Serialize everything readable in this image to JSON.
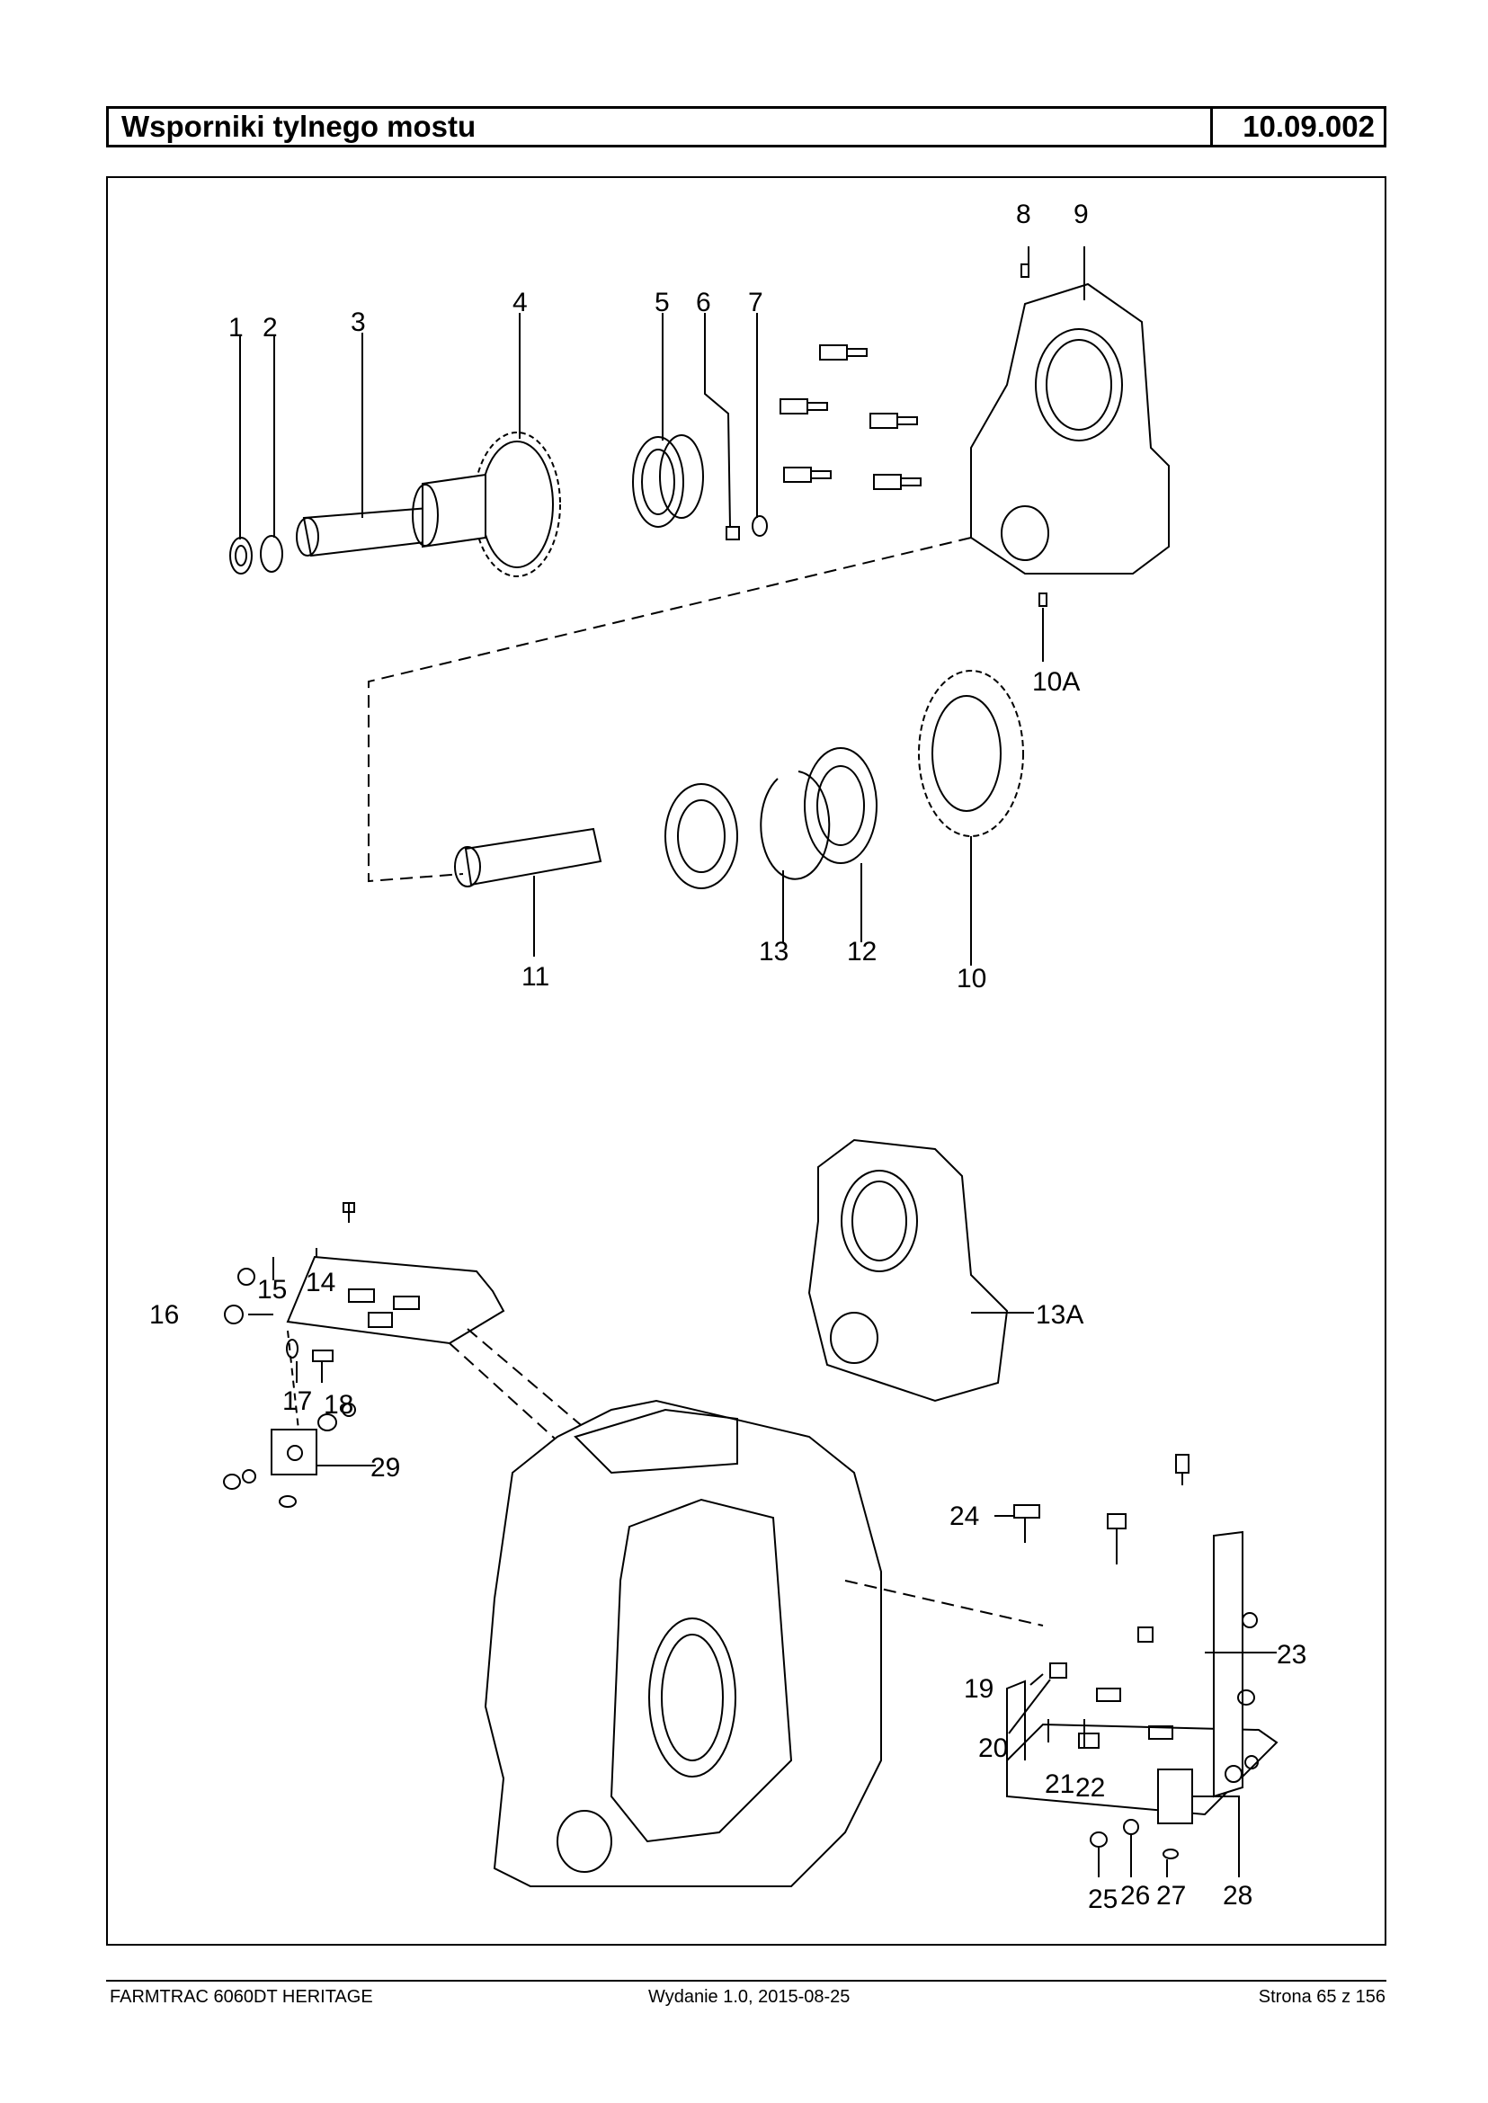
{
  "header": {
    "title": "Wsporniki tylnego mostu",
    "code": "10.09.002"
  },
  "diagram": {
    "labels": [
      "1",
      "2",
      "3",
      "4",
      "5",
      "6",
      "7",
      "8",
      "9",
      "10A",
      "11",
      "13",
      "12",
      "10",
      "13A",
      "15",
      "14",
      "16",
      "17",
      "18",
      "29",
      "24",
      "19",
      "20",
      "21",
      "22",
      "23",
      "25",
      "26",
      "27",
      "28"
    ]
  },
  "footer": {
    "left": "FARMTRAC 6060DT HERITAGE",
    "middle": "Wydanie 1.0,  2015-08-25",
    "right": "Strona 65 z 156"
  }
}
